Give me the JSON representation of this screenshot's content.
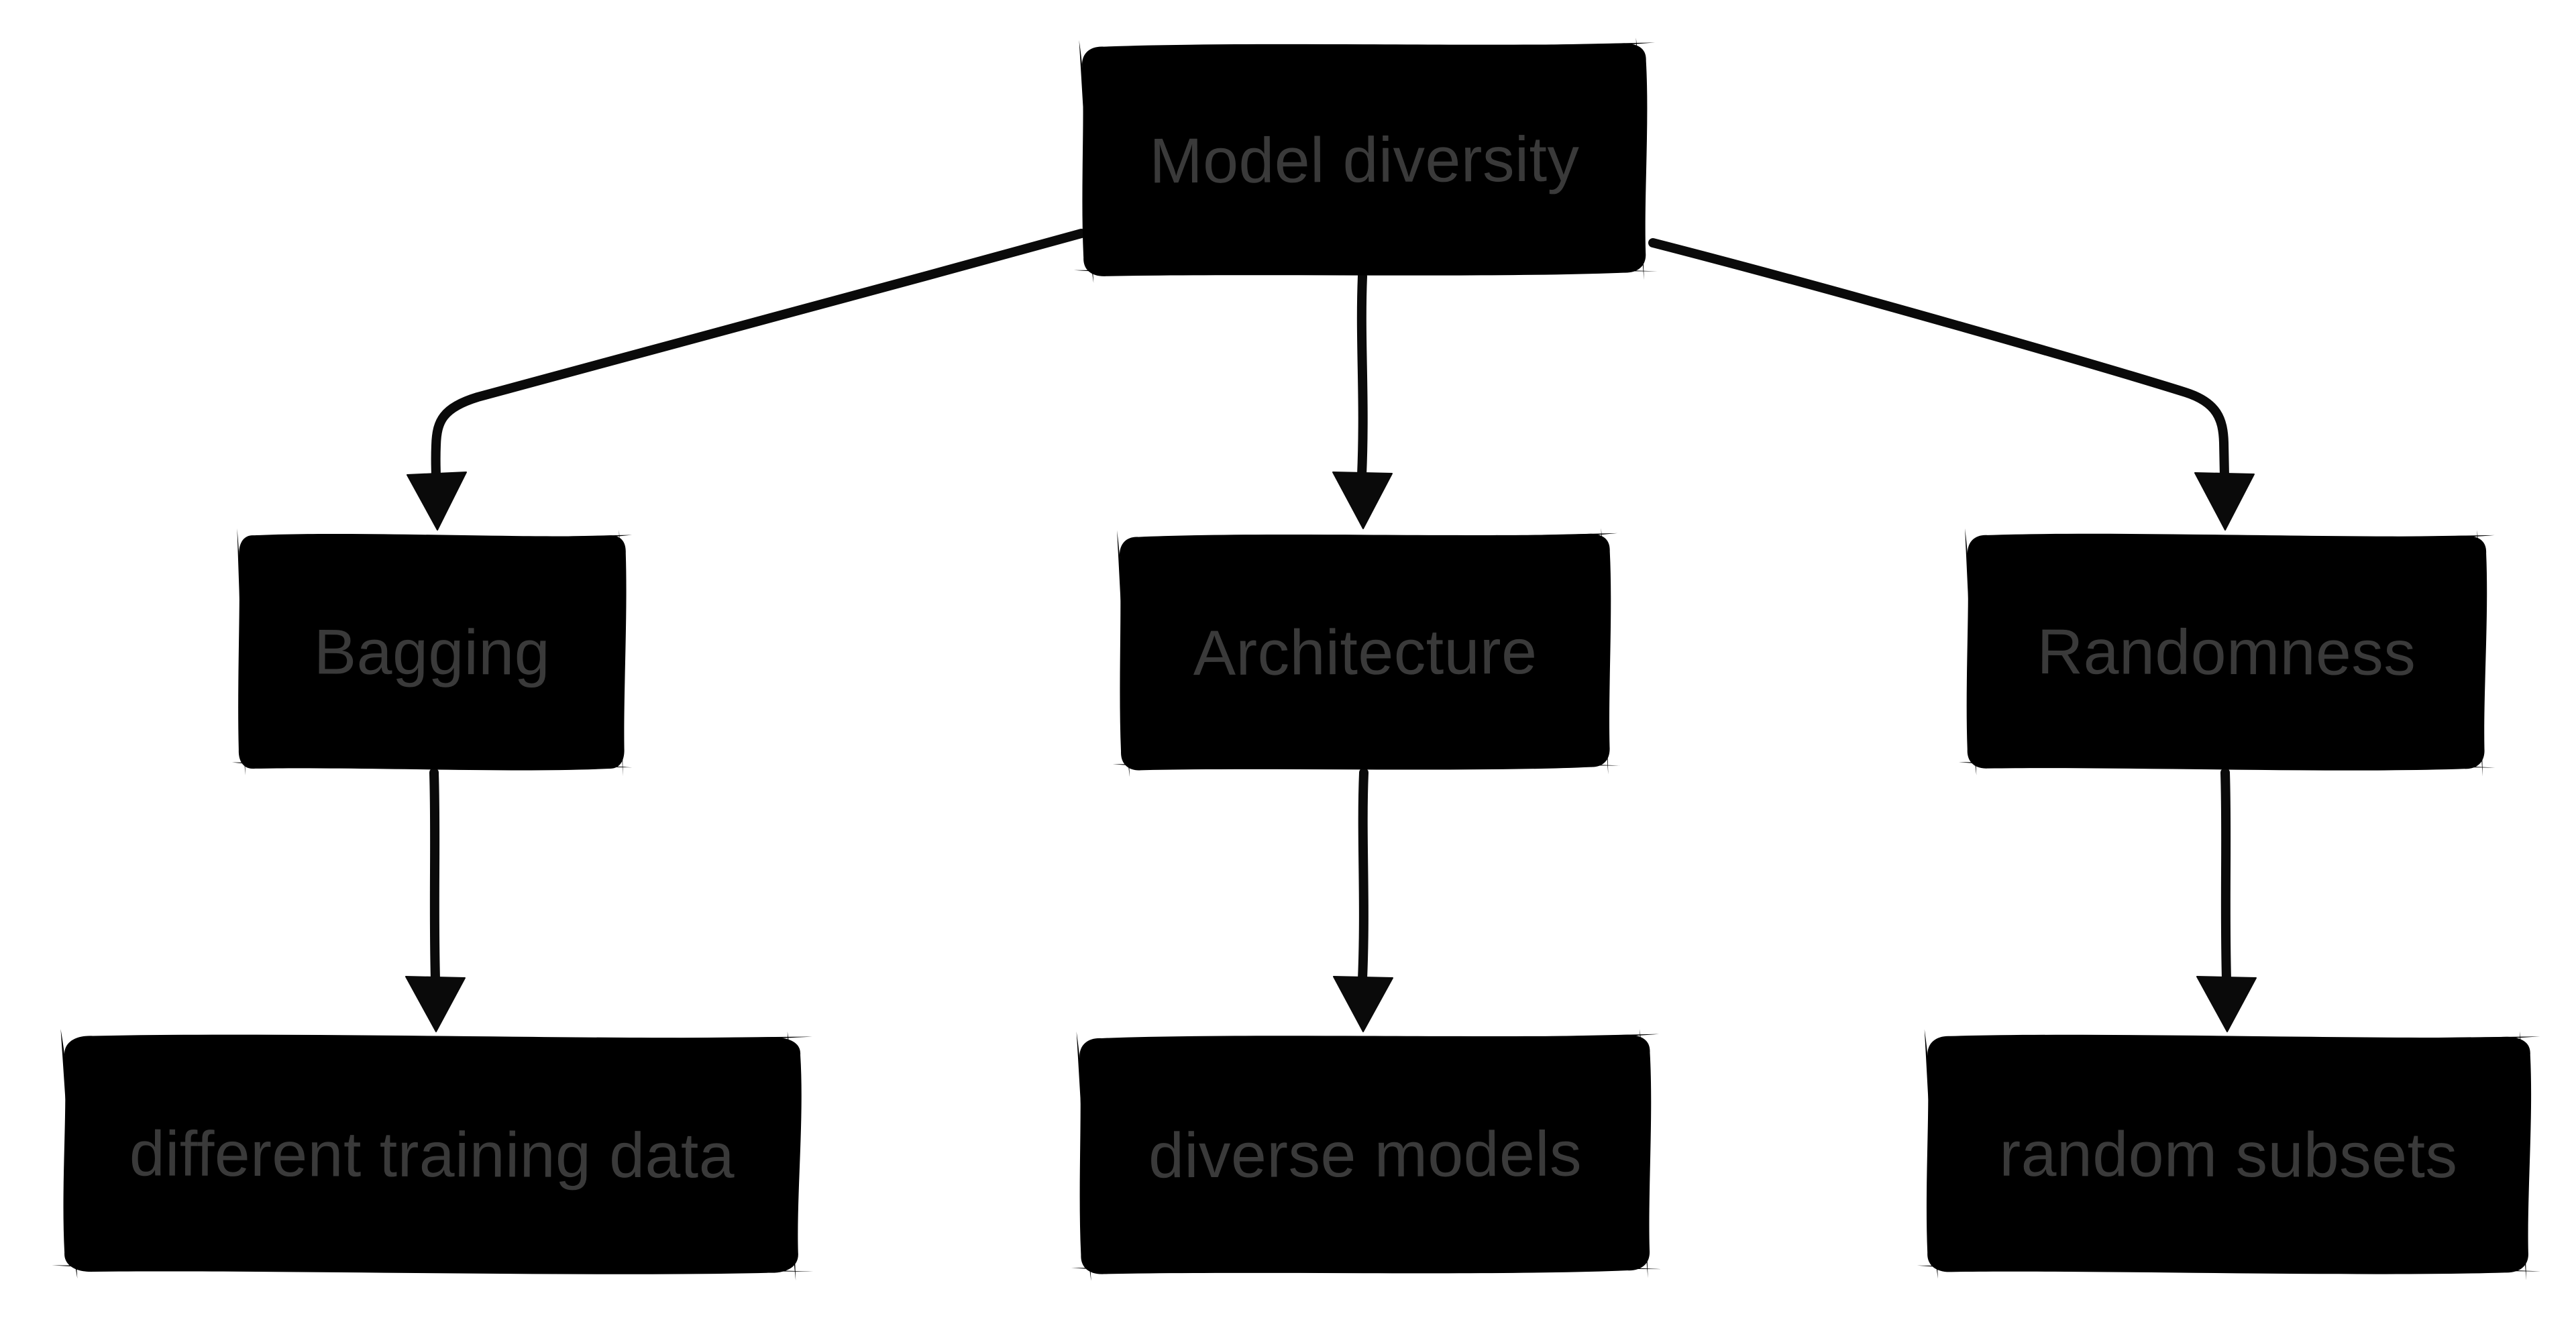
{
  "diagram": {
    "type": "tree-flowchart",
    "style": "hand-drawn-sketch",
    "nodes": {
      "model_diversity": {
        "label": "Model diversity",
        "level": 0
      },
      "bagging": {
        "label": "Bagging",
        "level": 1
      },
      "architecture": {
        "label": "Architecture",
        "level": 1
      },
      "randomness": {
        "label": "Randomness",
        "level": 1
      },
      "different_training_data": {
        "label": "different training data",
        "level": 2
      },
      "diverse_models": {
        "label": "diverse models",
        "level": 2
      },
      "random_subsets": {
        "label": "random subsets",
        "level": 2
      }
    },
    "edges": [
      {
        "from": "model_diversity",
        "to": "bagging"
      },
      {
        "from": "model_diversity",
        "to": "architecture"
      },
      {
        "from": "model_diversity",
        "to": "randomness"
      },
      {
        "from": "bagging",
        "to": "different_training_data"
      },
      {
        "from": "architecture",
        "to": "diverse_models"
      },
      {
        "from": "randomness",
        "to": "random_subsets"
      }
    ],
    "colors": {
      "stroke": "#0a0a0a",
      "text": "#3a3a3a",
      "node_fill": "#ffffff",
      "background": "#ffffff"
    }
  }
}
